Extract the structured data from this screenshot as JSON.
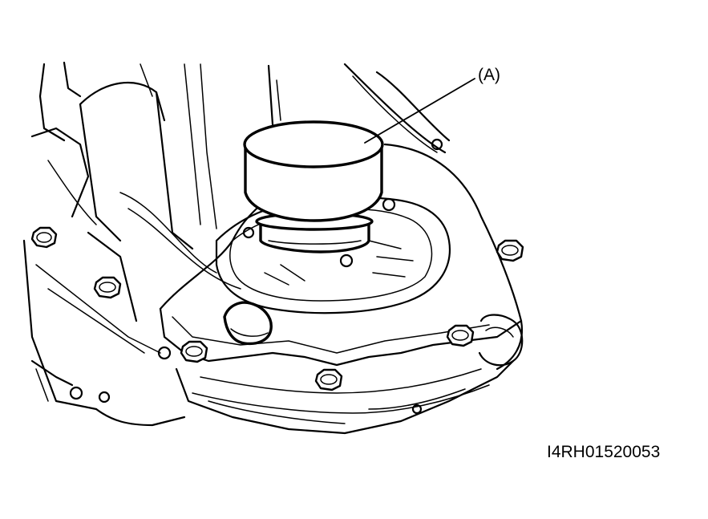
{
  "callouts": [
    {
      "id": "A",
      "text": "(A)"
    }
  ],
  "figure_code": "I4RH01520053"
}
